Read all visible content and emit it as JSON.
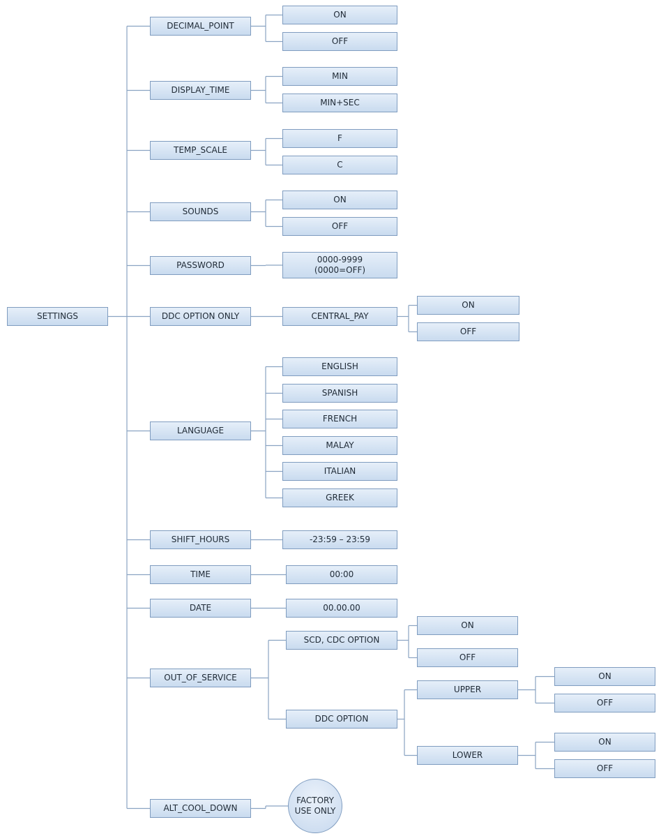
{
  "colors": {
    "box_fill_top": "#e6eff9",
    "box_fill_bottom": "#c9dbef",
    "box_border": "#7f9cbf",
    "connector": "#8aa3c2",
    "text": "#1f2a36"
  },
  "root": {
    "id": "settings",
    "label": "SETTINGS",
    "children": [
      {
        "id": "decimal-point",
        "label": "DECIMAL_POINT",
        "children": [
          {
            "id": "decimal-point-on",
            "label": "ON"
          },
          {
            "id": "decimal-point-off",
            "label": "OFF"
          }
        ]
      },
      {
        "id": "display-time",
        "label": "DISPLAY_TIME",
        "children": [
          {
            "id": "display-time-min",
            "label": "MIN"
          },
          {
            "id": "display-time-min-sec",
            "label": "MIN+SEC"
          }
        ]
      },
      {
        "id": "temp-scale",
        "label": "TEMP_SCALE",
        "children": [
          {
            "id": "temp-scale-f",
            "label": "F"
          },
          {
            "id": "temp-scale-c",
            "label": "C"
          }
        ]
      },
      {
        "id": "sounds",
        "label": "SOUNDS",
        "children": [
          {
            "id": "sounds-on",
            "label": "ON"
          },
          {
            "id": "sounds-off",
            "label": "OFF"
          }
        ]
      },
      {
        "id": "password",
        "label": "PASSWORD",
        "children": [
          {
            "id": "password-range",
            "label": "0000-9999\n(0000=OFF)"
          }
        ]
      },
      {
        "id": "ddc-option-only",
        "label": "DDC OPTION ONLY",
        "children": [
          {
            "id": "central-pay",
            "label": "CENTRAL_PAY",
            "children": [
              {
                "id": "central-pay-on",
                "label": "ON"
              },
              {
                "id": "central-pay-off",
                "label": "OFF"
              }
            ]
          }
        ]
      },
      {
        "id": "language",
        "label": "LANGUAGE",
        "children": [
          {
            "id": "language-english",
            "label": "ENGLISH"
          },
          {
            "id": "language-spanish",
            "label": "SPANISH"
          },
          {
            "id": "language-french",
            "label": "FRENCH"
          },
          {
            "id": "language-malay",
            "label": "MALAY"
          },
          {
            "id": "language-italian",
            "label": "ITALIAN"
          },
          {
            "id": "language-greek",
            "label": "GREEK"
          }
        ]
      },
      {
        "id": "shift-hours",
        "label": "SHIFT_HOURS",
        "children": [
          {
            "id": "shift-hours-range",
            "label": "-23:59 – 23:59"
          }
        ]
      },
      {
        "id": "time",
        "label": "TIME",
        "children": [
          {
            "id": "time-value",
            "label": "00:00"
          }
        ]
      },
      {
        "id": "date",
        "label": "DATE",
        "children": [
          {
            "id": "date-value",
            "label": "00.00.00"
          }
        ]
      },
      {
        "id": "out-of-service",
        "label": "OUT_OF_SERVICE",
        "children": [
          {
            "id": "scd-cdc-option",
            "label": "SCD, CDC OPTION",
            "children": [
              {
                "id": "scd-cdc-on",
                "label": "ON"
              },
              {
                "id": "scd-cdc-off",
                "label": "OFF"
              }
            ]
          },
          {
            "id": "ddc-option",
            "label": "DDC OPTION",
            "children": [
              {
                "id": "ddc-upper",
                "label": "UPPER",
                "children": [
                  {
                    "id": "ddc-upper-on",
                    "label": "ON"
                  },
                  {
                    "id": "ddc-upper-off",
                    "label": "OFF"
                  }
                ]
              },
              {
                "id": "ddc-lower",
                "label": "LOWER",
                "children": [
                  {
                    "id": "ddc-lower-on",
                    "label": "ON"
                  },
                  {
                    "id": "ddc-lower-off",
                    "label": "OFF"
                  }
                ]
              }
            ]
          }
        ]
      },
      {
        "id": "alt-cool-down",
        "label": "ALT_COOL_DOWN",
        "children": [
          {
            "id": "factory-use-only",
            "label": "FACTORY\nUSE ONLY",
            "shape": "circle"
          }
        ]
      }
    ]
  }
}
